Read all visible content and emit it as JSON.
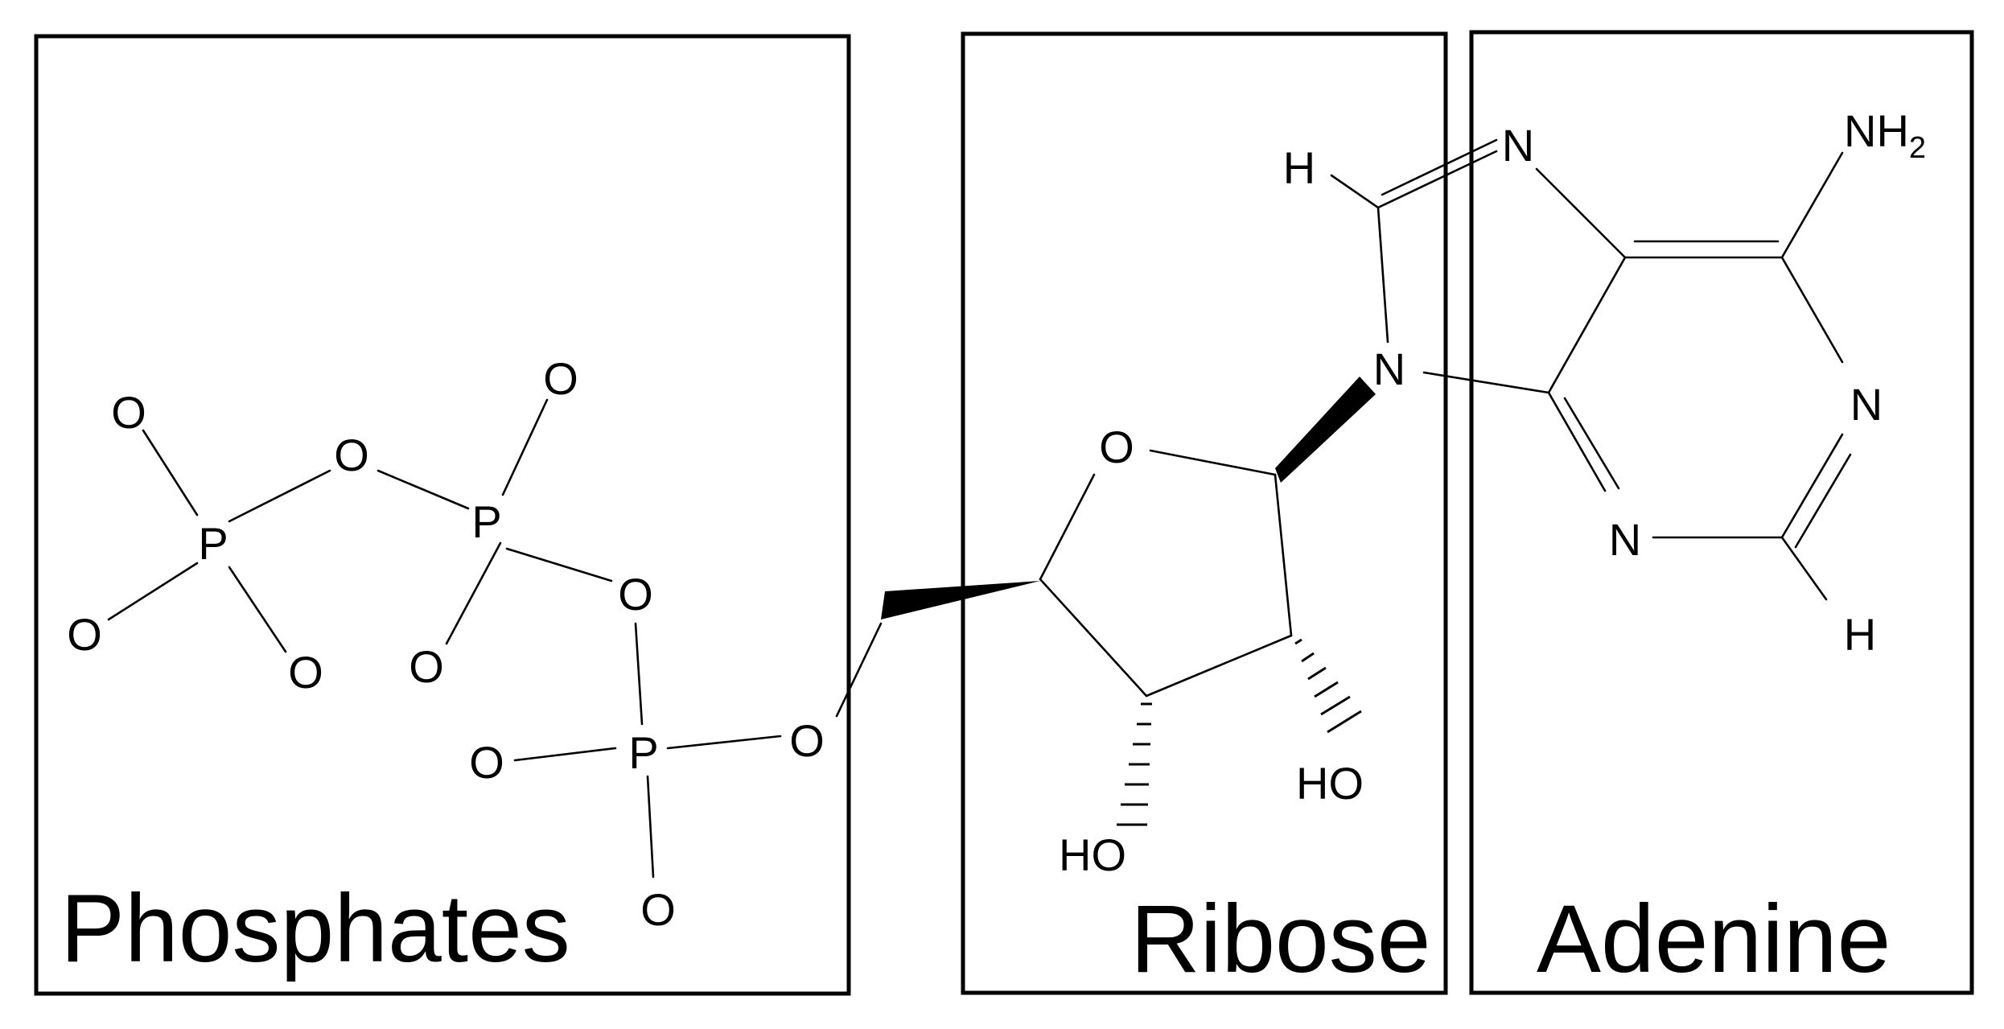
{
  "regions": {
    "phosphates": "Phosphates",
    "ribose": "Ribose",
    "adenine": "Adenine"
  },
  "atoms": {
    "oxygen": "O",
    "phosphorus": "P",
    "nitrogen": "N",
    "hydrogen": "H",
    "hydroxyl": "HO",
    "amine": "NH",
    "amine_subscript": "2"
  }
}
